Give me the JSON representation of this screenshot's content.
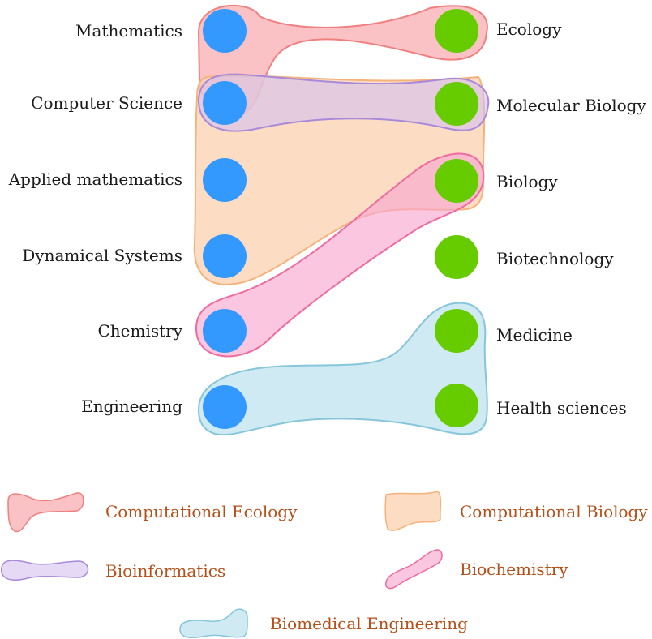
{
  "left_nodes": [
    "Mathematics",
    "Computer Science",
    "Applied mathematics",
    "Dynamical Systems",
    "Chemistry",
    "Engineering"
  ],
  "right_nodes": [
    "Ecology",
    "Molecular Biology",
    "Biology",
    "Biotechnology",
    "Medicine",
    "Health sciences"
  ],
  "colors": {
    "left_node": "#3399ff",
    "right_node": "#66cc00",
    "legend_text": "#b5501a"
  },
  "groups": [
    {
      "key": "comp_ecology",
      "label": "Computational Ecology",
      "fill": "#f7a1a6",
      "stroke": "#f08080"
    },
    {
      "key": "comp_biology",
      "label": "Computational Biology",
      "fill": "#fcd0b0",
      "stroke": "#f5b27a"
    },
    {
      "key": "bioinformatics",
      "label": "Bioinformatics",
      "fill": "#d4bff0",
      "stroke": "#a88ad8"
    },
    {
      "key": "biochemistry",
      "label": "Biochemistry",
      "fill": "#f7a8cf",
      "stroke": "#ee6b9f"
    },
    {
      "key": "biomedical",
      "label": "Biomedical Engineering",
      "fill": "#bfe3ee",
      "stroke": "#86c6da"
    }
  ]
}
